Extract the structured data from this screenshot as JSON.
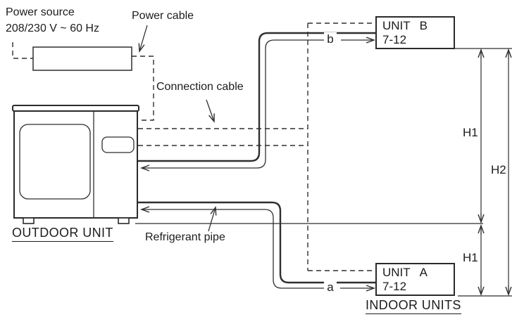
{
  "labels": {
    "power_source": "Power source",
    "power_spec": "208/230 V ~ 60 Hz",
    "power_cable": "Power cable",
    "connection_cable": "Connection cable",
    "refrigerant_pipe": "Refrigerant pipe",
    "outdoor_unit": "OUTDOOR UNIT",
    "indoor_units": "INDOOR UNITS"
  },
  "units": {
    "unit_b": {
      "name": "UNIT",
      "id": "B",
      "range": "7-12",
      "pipe_label": "b"
    },
    "unit_a": {
      "name": "UNIT",
      "id": "A",
      "range": "7-12",
      "pipe_label": "a"
    }
  },
  "dimensions": {
    "h1_upper": "H1",
    "h1_lower": "H1",
    "h2": "H2"
  },
  "colors": {
    "line": "#2f2f2f",
    "text": "#1c1c1c",
    "background": "#ffffff"
  }
}
